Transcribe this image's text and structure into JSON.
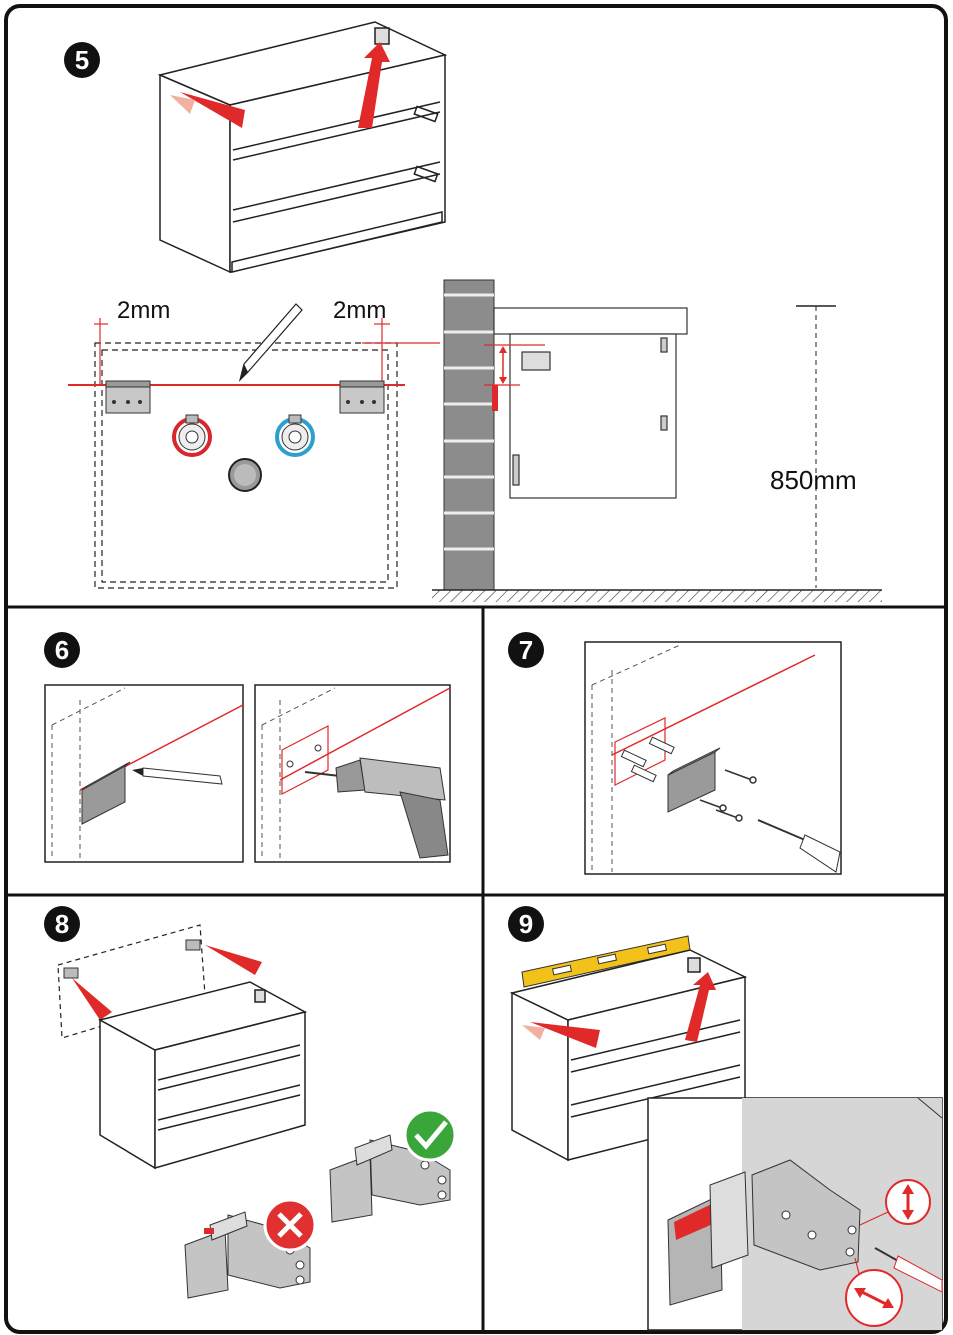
{
  "steps": {
    "s5": "5",
    "s6": "6",
    "s7": "7",
    "s8": "8",
    "s9": "9"
  },
  "measurements": {
    "gap_left": "2mm",
    "gap_right": "2mm",
    "height": "850mm"
  },
  "colors": {
    "red": "#e02a2a",
    "hot_water": "#d8262e",
    "cold_water": "#2a9fd0",
    "wall": "#8c8c8c",
    "ok_badge": "#3aa63a",
    "error_badge": "#e03030",
    "level_tool": "#f3c21a"
  },
  "icons": {
    "ok": "checkmark-icon",
    "error": "cross-icon",
    "pencil": "pencil-icon",
    "drill": "drill-icon",
    "screwdriver": "screwdriver-icon",
    "level": "spirit-level-icon"
  }
}
